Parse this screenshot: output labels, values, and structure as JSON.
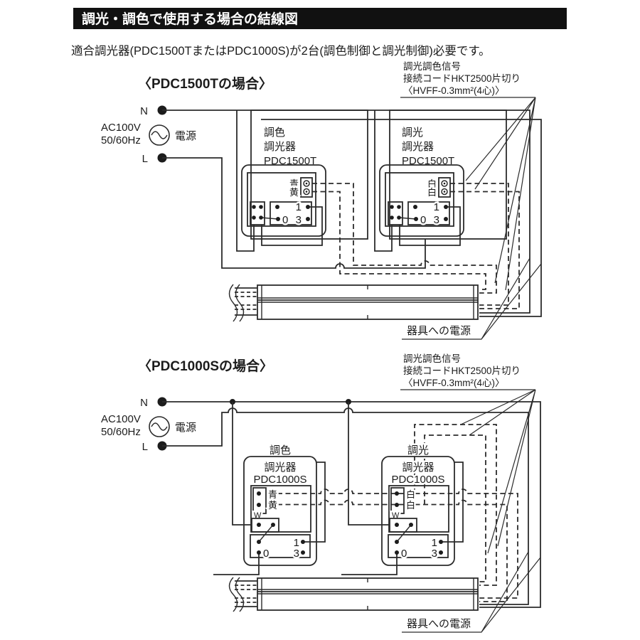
{
  "title": "調光・調色で使用する場合の結線図",
  "subtitle": "適合調光器(PDC1500TまたはPDC1000S)が2台(調色制御と調光制御)必要です。",
  "signal_label": {
    "line1": "調光調色信号",
    "line2": "接続コードHKT2500片切り",
    "line3": "〈HVFF-0.3mm²(4心)〉"
  },
  "colors": {
    "line": "#2b2b2b",
    "title_bar_bg": "#111111",
    "title_text": "#ffffff"
  },
  "diagram1": {
    "heading": "〈PDC1500Tの場合〉",
    "power": {
      "n": "N",
      "l": "L",
      "voltage": "AC100V",
      "frequency": "50/60Hz",
      "source": "電源"
    },
    "controller1": {
      "role": "調色",
      "device": "調光器",
      "model": "PDC1500T",
      "wire_top": "青",
      "wire_bottom": "黄",
      "t1": "1",
      "t3": "3",
      "t0": "0"
    },
    "controller2": {
      "role": "調光",
      "device": "調光器",
      "model": "PDC1500T",
      "wire_top": "白",
      "wire_bottom": "白",
      "t1": "1",
      "t3": "3",
      "t0": "0"
    },
    "fixture_label": "器具への電源"
  },
  "diagram2": {
    "heading": "〈PDC1000Sの場合〉",
    "power": {
      "n": "N",
      "l": "L",
      "voltage": "AC100V",
      "frequency": "50/60Hz",
      "source": "電源"
    },
    "controller1": {
      "role": "調色",
      "device": "調光器",
      "model": "PDC1000S",
      "w": "W",
      "wire_top": "青",
      "wire_bottom": "黄",
      "t1": "1",
      "t3": "3",
      "t0": "0"
    },
    "controller2": {
      "role": "調光",
      "device": "調光器",
      "model": "PDC1000S",
      "w": "W",
      "wire_top": "白",
      "wire_bottom": "白",
      "t1": "1",
      "t3": "3",
      "t0": "0"
    },
    "fixture_label": "器具への電源"
  }
}
